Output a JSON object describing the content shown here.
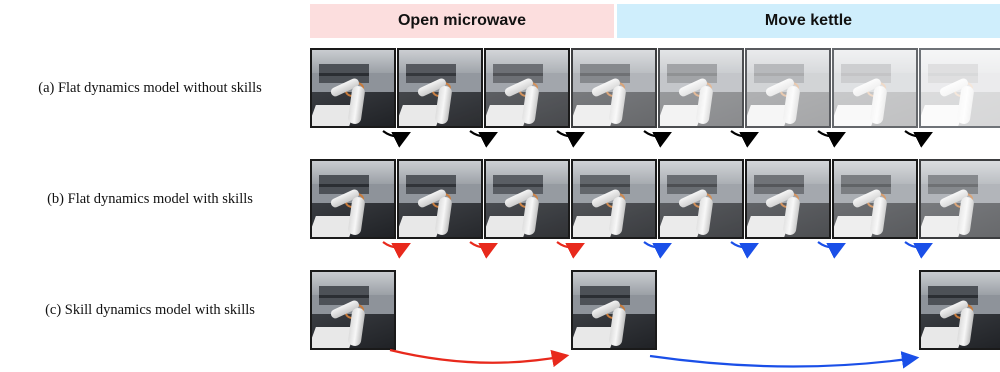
{
  "headers": {
    "left": {
      "label": "Open microwave",
      "color": "#fcdede"
    },
    "right": {
      "label": "Move kettle",
      "color": "#cfeefc"
    }
  },
  "rows": [
    {
      "label": "(a) Flat dynamics model without skills"
    },
    {
      "label": "(b) Flat dynamics model with skills"
    },
    {
      "label": "(c) Skill dynamics model with skills"
    }
  ],
  "colors": {
    "arrow_plain": "#000000",
    "arrow_open_microwave": "#e8291c",
    "arrow_move_kettle": "#1a4fe8"
  },
  "icons": [
    "robot-kitchen-frame-image",
    "curved-arrow-icon"
  ]
}
